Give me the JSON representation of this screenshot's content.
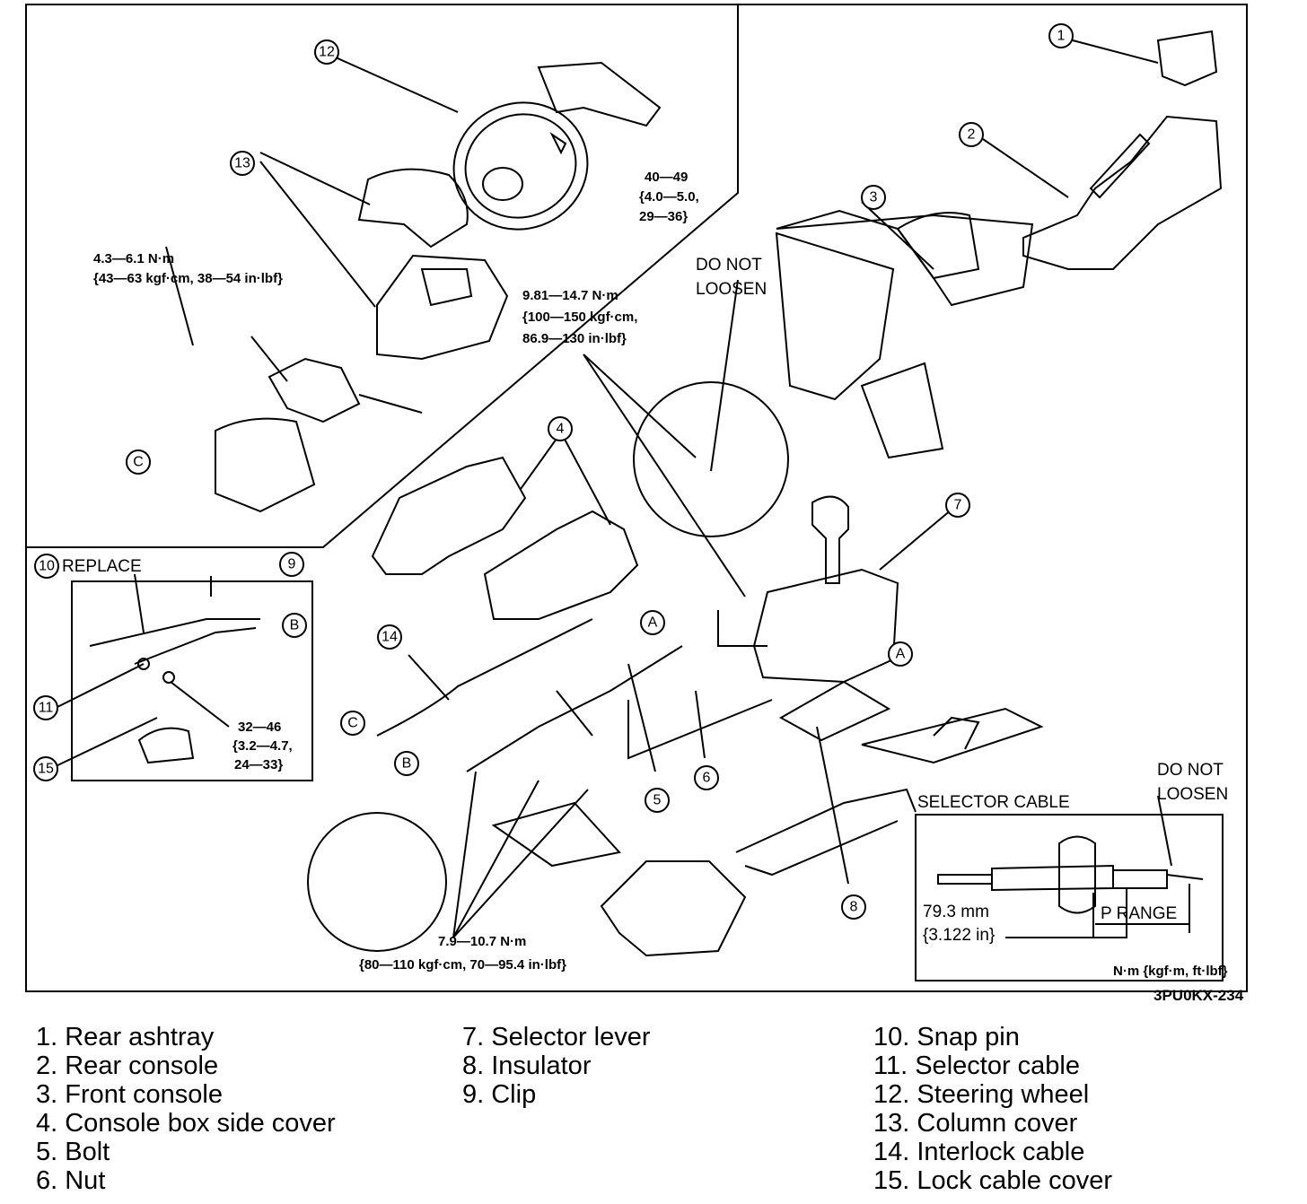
{
  "callouts": {
    "c1": "1",
    "c2": "2",
    "c3": "3",
    "c4": "4",
    "c5": "5",
    "c6": "6",
    "c7": "7",
    "c8": "8",
    "c9": "9",
    "c10": "10",
    "c11": "11",
    "c12": "12",
    "c13": "13",
    "c14": "14",
    "c15": "15",
    "letter_a": "A",
    "letter_b": "B",
    "letter_c": "C"
  },
  "annotations": {
    "replace": "REPLACE",
    "do_not_loosen_1": "DO NOT",
    "do_not_loosen_2": "LOOSEN",
    "selector_cable": "SELECTOR CABLE",
    "p_range": "P RANGE",
    "dim_mm": "79.3 mm",
    "dim_in": "{3.122 in}",
    "units": "N·m {kgf·m, ft·lbf}",
    "figure_code": "3PU0KX-234"
  },
  "torques": {
    "t40_1": "40—49",
    "t40_2": "{4.0—5.0,",
    "t40_3": "29—36}",
    "t43_1": "4.3—6.1 N·m",
    "t43_2": "{43—63 kgf·cm, 38—54 in·lbf}",
    "t981_1": "9.81—14.7 N·m",
    "t981_2": "{100—150 kgf·cm,",
    "t981_3": "86.9—130 in·lbf}",
    "t32_1": "32—46",
    "t32_2": "{3.2—4.7,",
    "t32_3": "24—33}",
    "t79_1": "7.9—10.7 N·m",
    "t79_2": "{80—110 kgf·cm, 70—95.4 in·lbf}"
  },
  "legend": [
    "1. Rear ashtray",
    "2. Rear console",
    "3. Front console",
    "4. Console box side cover",
    "5. Bolt",
    "6. Nut",
    "7. Selector lever",
    "8. Insulator",
    "9. Clip",
    "10. Snap pin",
    "11. Selector cable",
    "12. Steering wheel",
    "13. Column cover",
    "14. Interlock cable",
    "15. Lock cable cover"
  ]
}
